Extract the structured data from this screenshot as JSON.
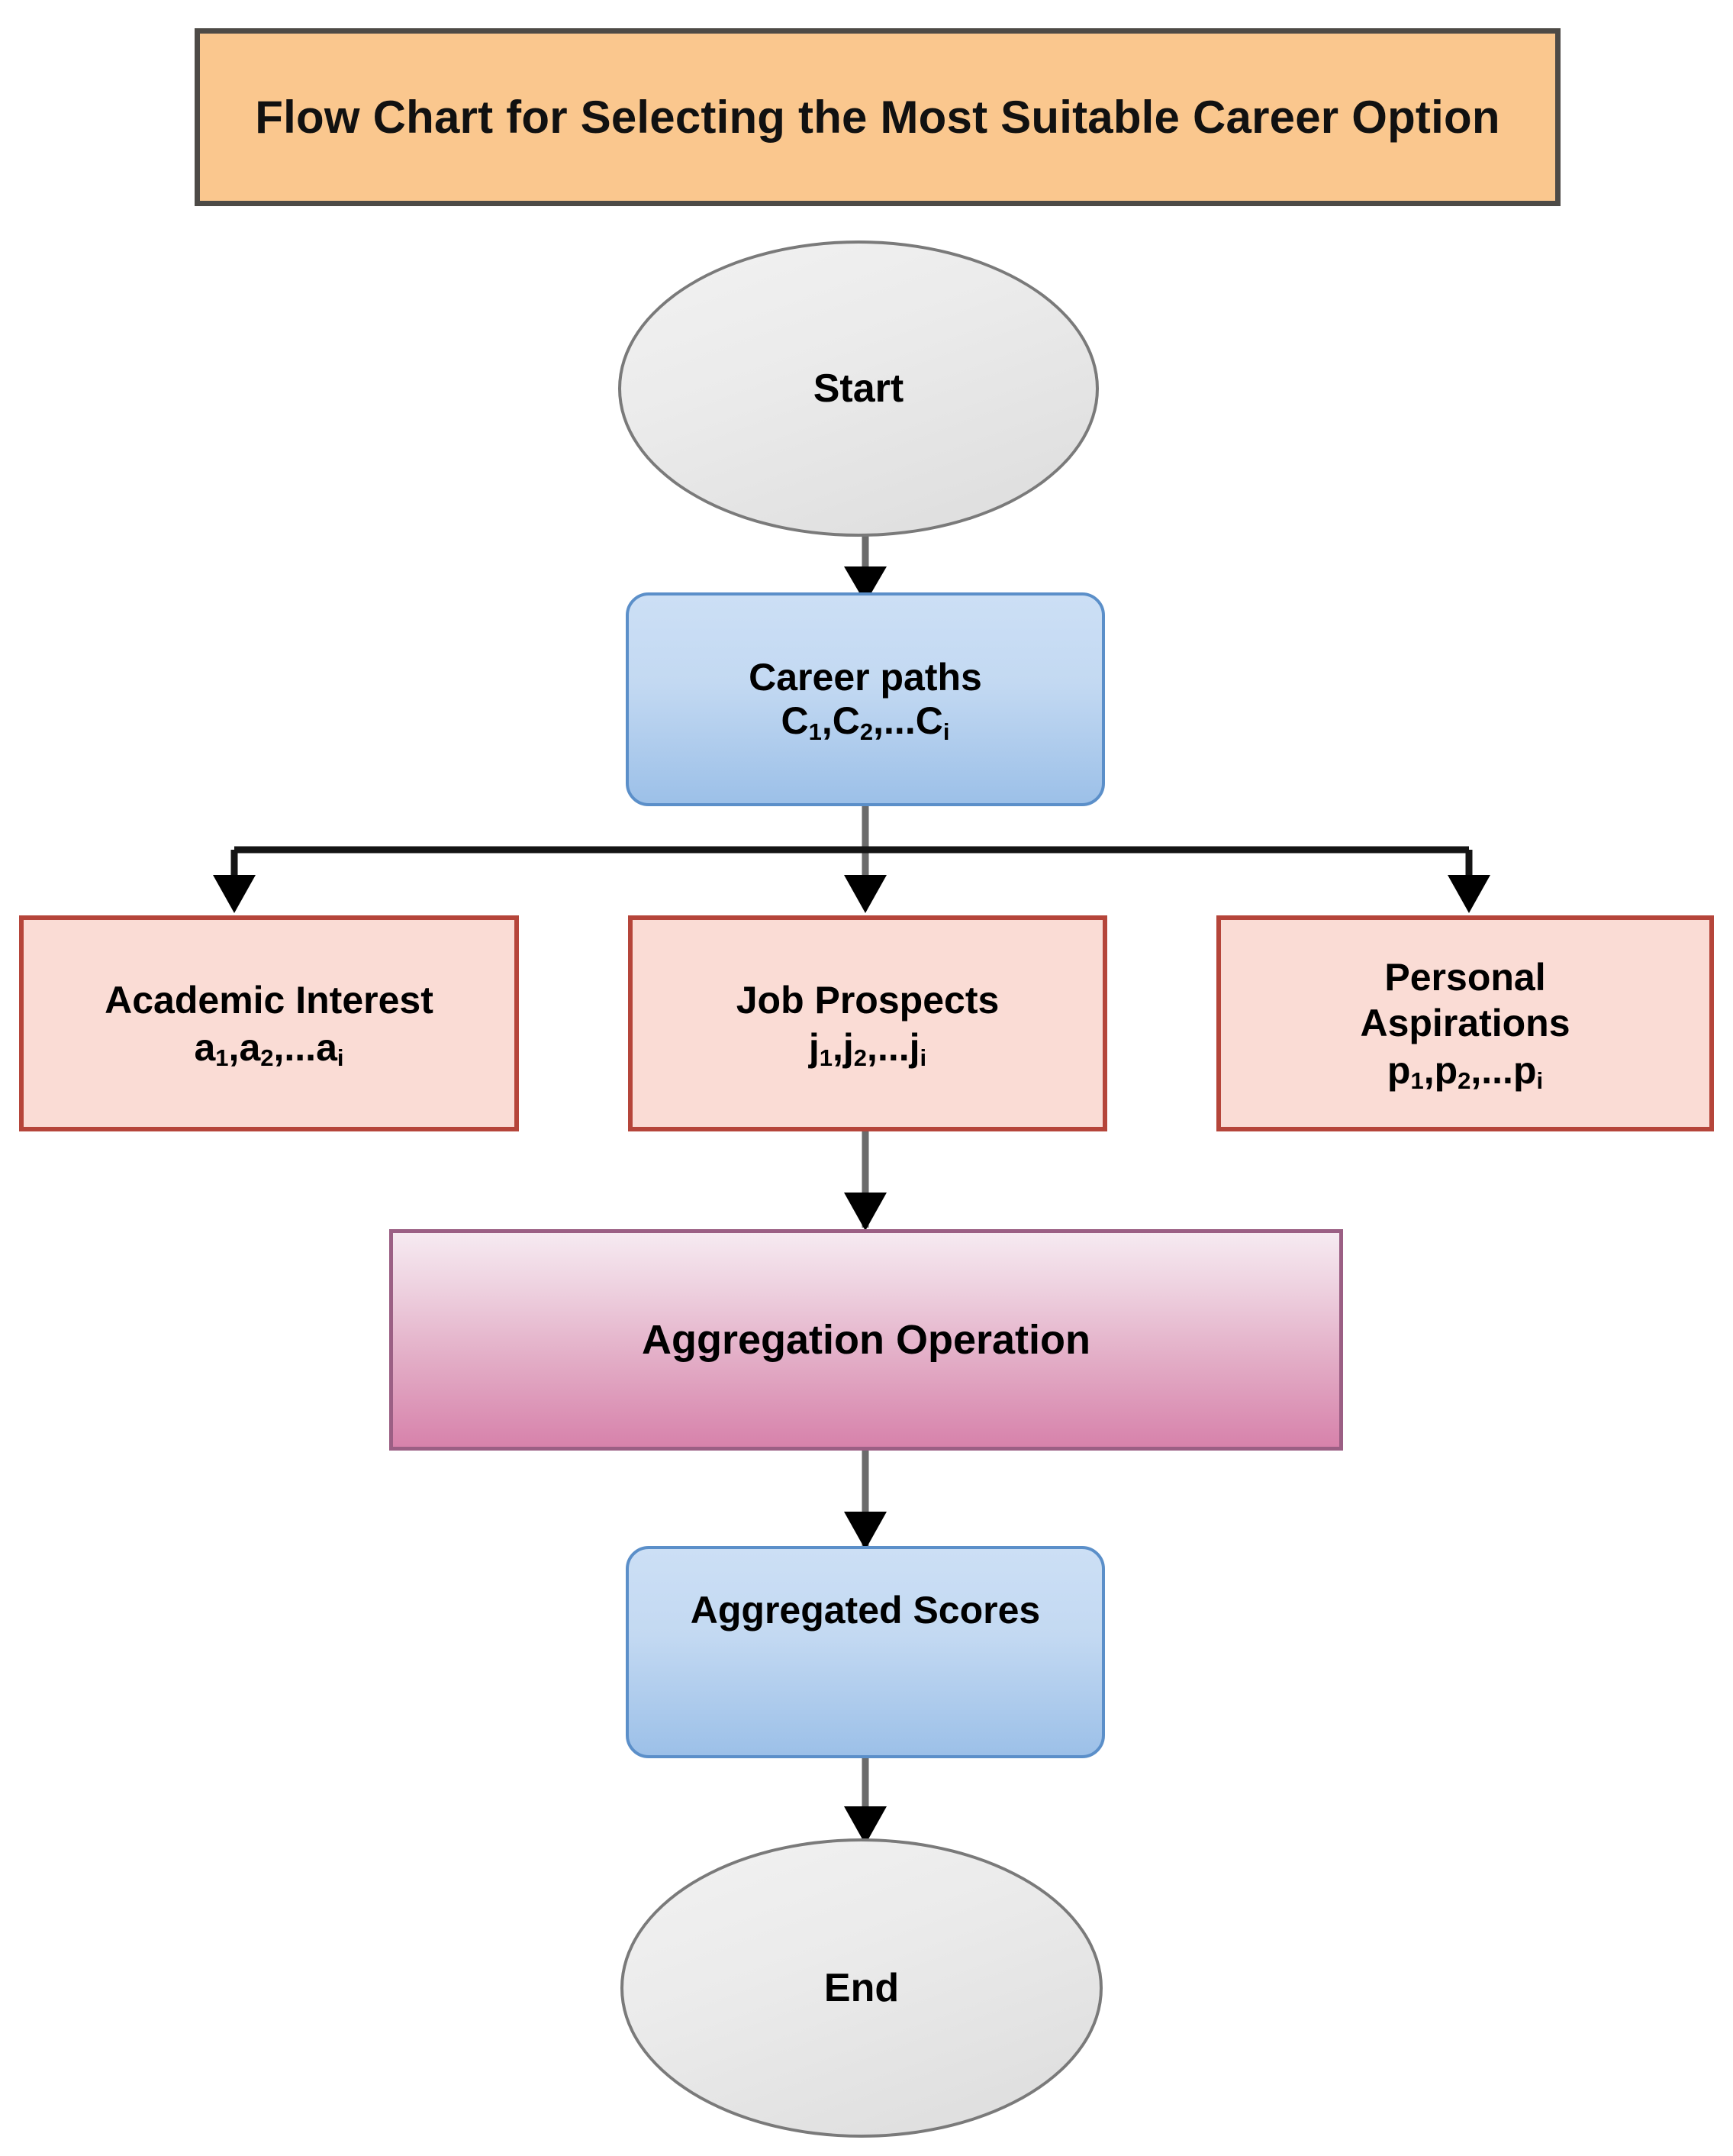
{
  "title": {
    "text": "Flow Chart for Selecting the Most Suitable Career Option"
  },
  "nodes": {
    "start": {
      "label": "Start",
      "shape": "ellipse"
    },
    "career_paths": {
      "label": "Career paths",
      "sub": "C1,C2,...Ci",
      "shape": "rounded-rect"
    },
    "academic_interest": {
      "label": "Academic Interest",
      "sub": "a1,a2,...ai",
      "shape": "rect"
    },
    "job_prospects": {
      "label": "Job Prospects",
      "sub": "j1,j2,...ji",
      "shape": "rect"
    },
    "personal_aspirations": {
      "label_line1": "Personal",
      "label_line2": "Aspirations",
      "sub": "p1,p2,...pi",
      "shape": "rect"
    },
    "aggregation": {
      "label": "Aggregation Operation",
      "shape": "rect"
    },
    "aggregated_scores": {
      "label": "Aggregated Scores",
      "shape": "rounded-rect"
    },
    "end": {
      "label": "End",
      "shape": "ellipse"
    }
  },
  "colors": {
    "title_fill": "#FAC78E",
    "title_border": "#4D4A46",
    "terminator_fill": "#E6E6E6",
    "terminator_border": "#7A7A7A",
    "blue_fill": "#C3D9F2",
    "blue_border": "#5B8FC9",
    "pink_fill": "#FADCD5",
    "pink_border": "#B5453A",
    "aggregation_fill_top": "#F6EAF1",
    "aggregation_fill_bottom": "#D782AB",
    "aggregation_border": "#9B5F84",
    "connector": "#6B6B6B",
    "arrow": "#000000"
  },
  "edges": [
    {
      "from": "start",
      "to": "career_paths"
    },
    {
      "from": "career_paths",
      "to": "academic_interest"
    },
    {
      "from": "career_paths",
      "to": "job_prospects"
    },
    {
      "from": "career_paths",
      "to": "personal_aspirations"
    },
    {
      "from": "job_prospects",
      "to": "aggregation"
    },
    {
      "from": "aggregation",
      "to": "aggregated_scores"
    },
    {
      "from": "aggregated_scores",
      "to": "end"
    }
  ]
}
